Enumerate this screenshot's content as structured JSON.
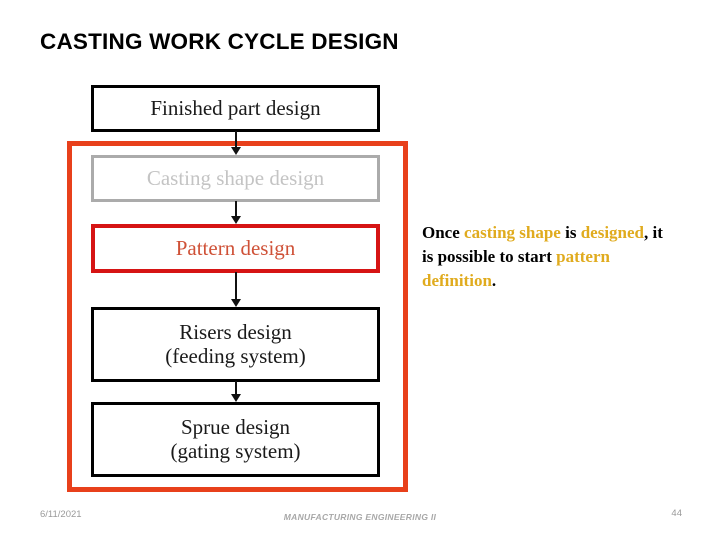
{
  "slide": {
    "title": "CASTING WORK CYCLE DESIGN",
    "page_number": "44",
    "accent_frame_color": "#E8401B",
    "highlight_box_color": "#D61414",
    "highlight_text_color": "#CF5137",
    "dimmed_color": "#C4C4C4",
    "gold_color": "#E0AB1E"
  },
  "flowchart": {
    "steps": [
      {
        "id": "finished-part-design",
        "line1": "Finished part design",
        "line2": "",
        "state": "normal"
      },
      {
        "id": "casting-shape-design",
        "line1": "Casting shape design",
        "line2": "",
        "state": "dimmed"
      },
      {
        "id": "pattern-design",
        "line1": "Pattern design",
        "line2": "",
        "state": "highlighted"
      },
      {
        "id": "risers-design",
        "line1": "Risers design",
        "line2": "(feeding system)",
        "state": "normal"
      },
      {
        "id": "sprue-design",
        "line1": "Sprue design",
        "line2": "(gating system)",
        "state": "normal"
      }
    ]
  },
  "note": {
    "part1": "Once ",
    "hl1": "casting shape",
    "part2": " is ",
    "hl2": "designed",
    "part3": ", it is possible to start ",
    "hl3": "pattern definition",
    "part4": "."
  },
  "footer": {
    "date": "6/11/2021",
    "course": "MANUFACTURING  ENGINEERING II",
    "page": "44"
  }
}
